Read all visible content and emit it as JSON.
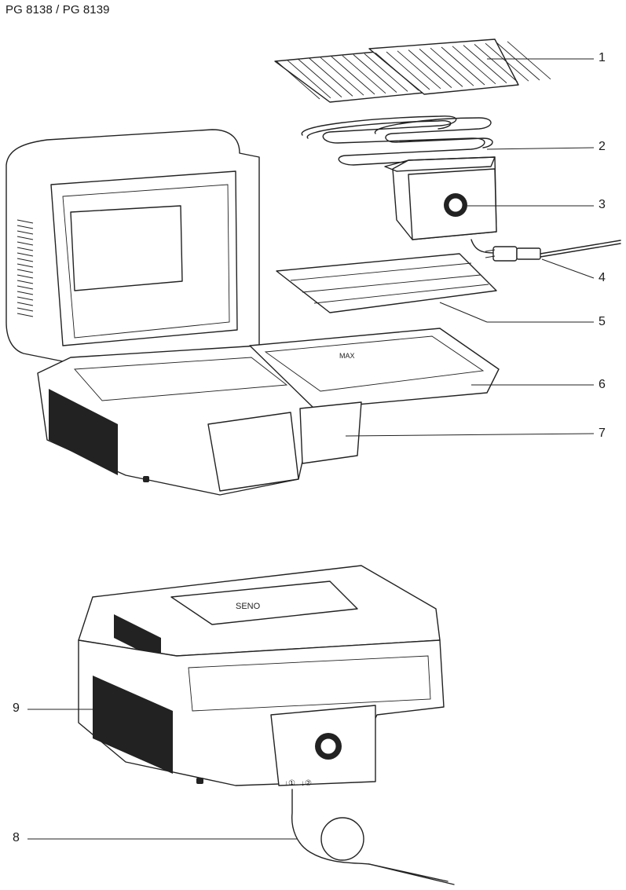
{
  "document": {
    "model_title": "PG 8138 / PG 8139"
  },
  "callouts": {
    "c1": "1",
    "c2": "2",
    "c3": "3",
    "c4": "4",
    "c5": "5",
    "c6": "6",
    "c7": "7",
    "c8": "8",
    "c9": "9"
  },
  "labels": {
    "max_mark": "MAX",
    "brand_mark": "SENO",
    "port_1": "↓①",
    "port_2": "↓②"
  },
  "colors": {
    "line": "#222222",
    "background": "#ffffff"
  }
}
